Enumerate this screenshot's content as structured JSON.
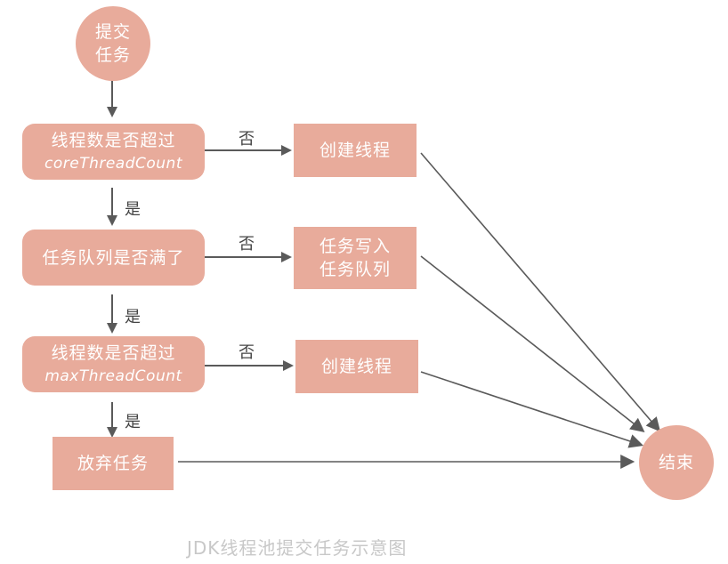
{
  "diagram": {
    "start": {
      "line1": "提交",
      "line2": "任务"
    },
    "decisions": [
      {
        "line1": "线程数是否超过",
        "line2": "coreThreadCount"
      },
      {
        "line1": "任务队列是否满了"
      },
      {
        "line1": "线程数是否超过",
        "line2": "maxThreadCount"
      }
    ],
    "actions": [
      {
        "line1": "创建线程"
      },
      {
        "line1": "任务写入",
        "line2": "任务队列"
      },
      {
        "line1": "创建线程"
      }
    ],
    "reject": {
      "line1": "放弃任务"
    },
    "end": {
      "line1": "结束"
    },
    "edge_labels": {
      "no": "否",
      "yes": "是"
    },
    "caption": "JDK线程池提交任务示意图",
    "colors": {
      "node": "#e8ab9b",
      "arrow": "#555555",
      "caption": "#c8c8c8"
    }
  }
}
